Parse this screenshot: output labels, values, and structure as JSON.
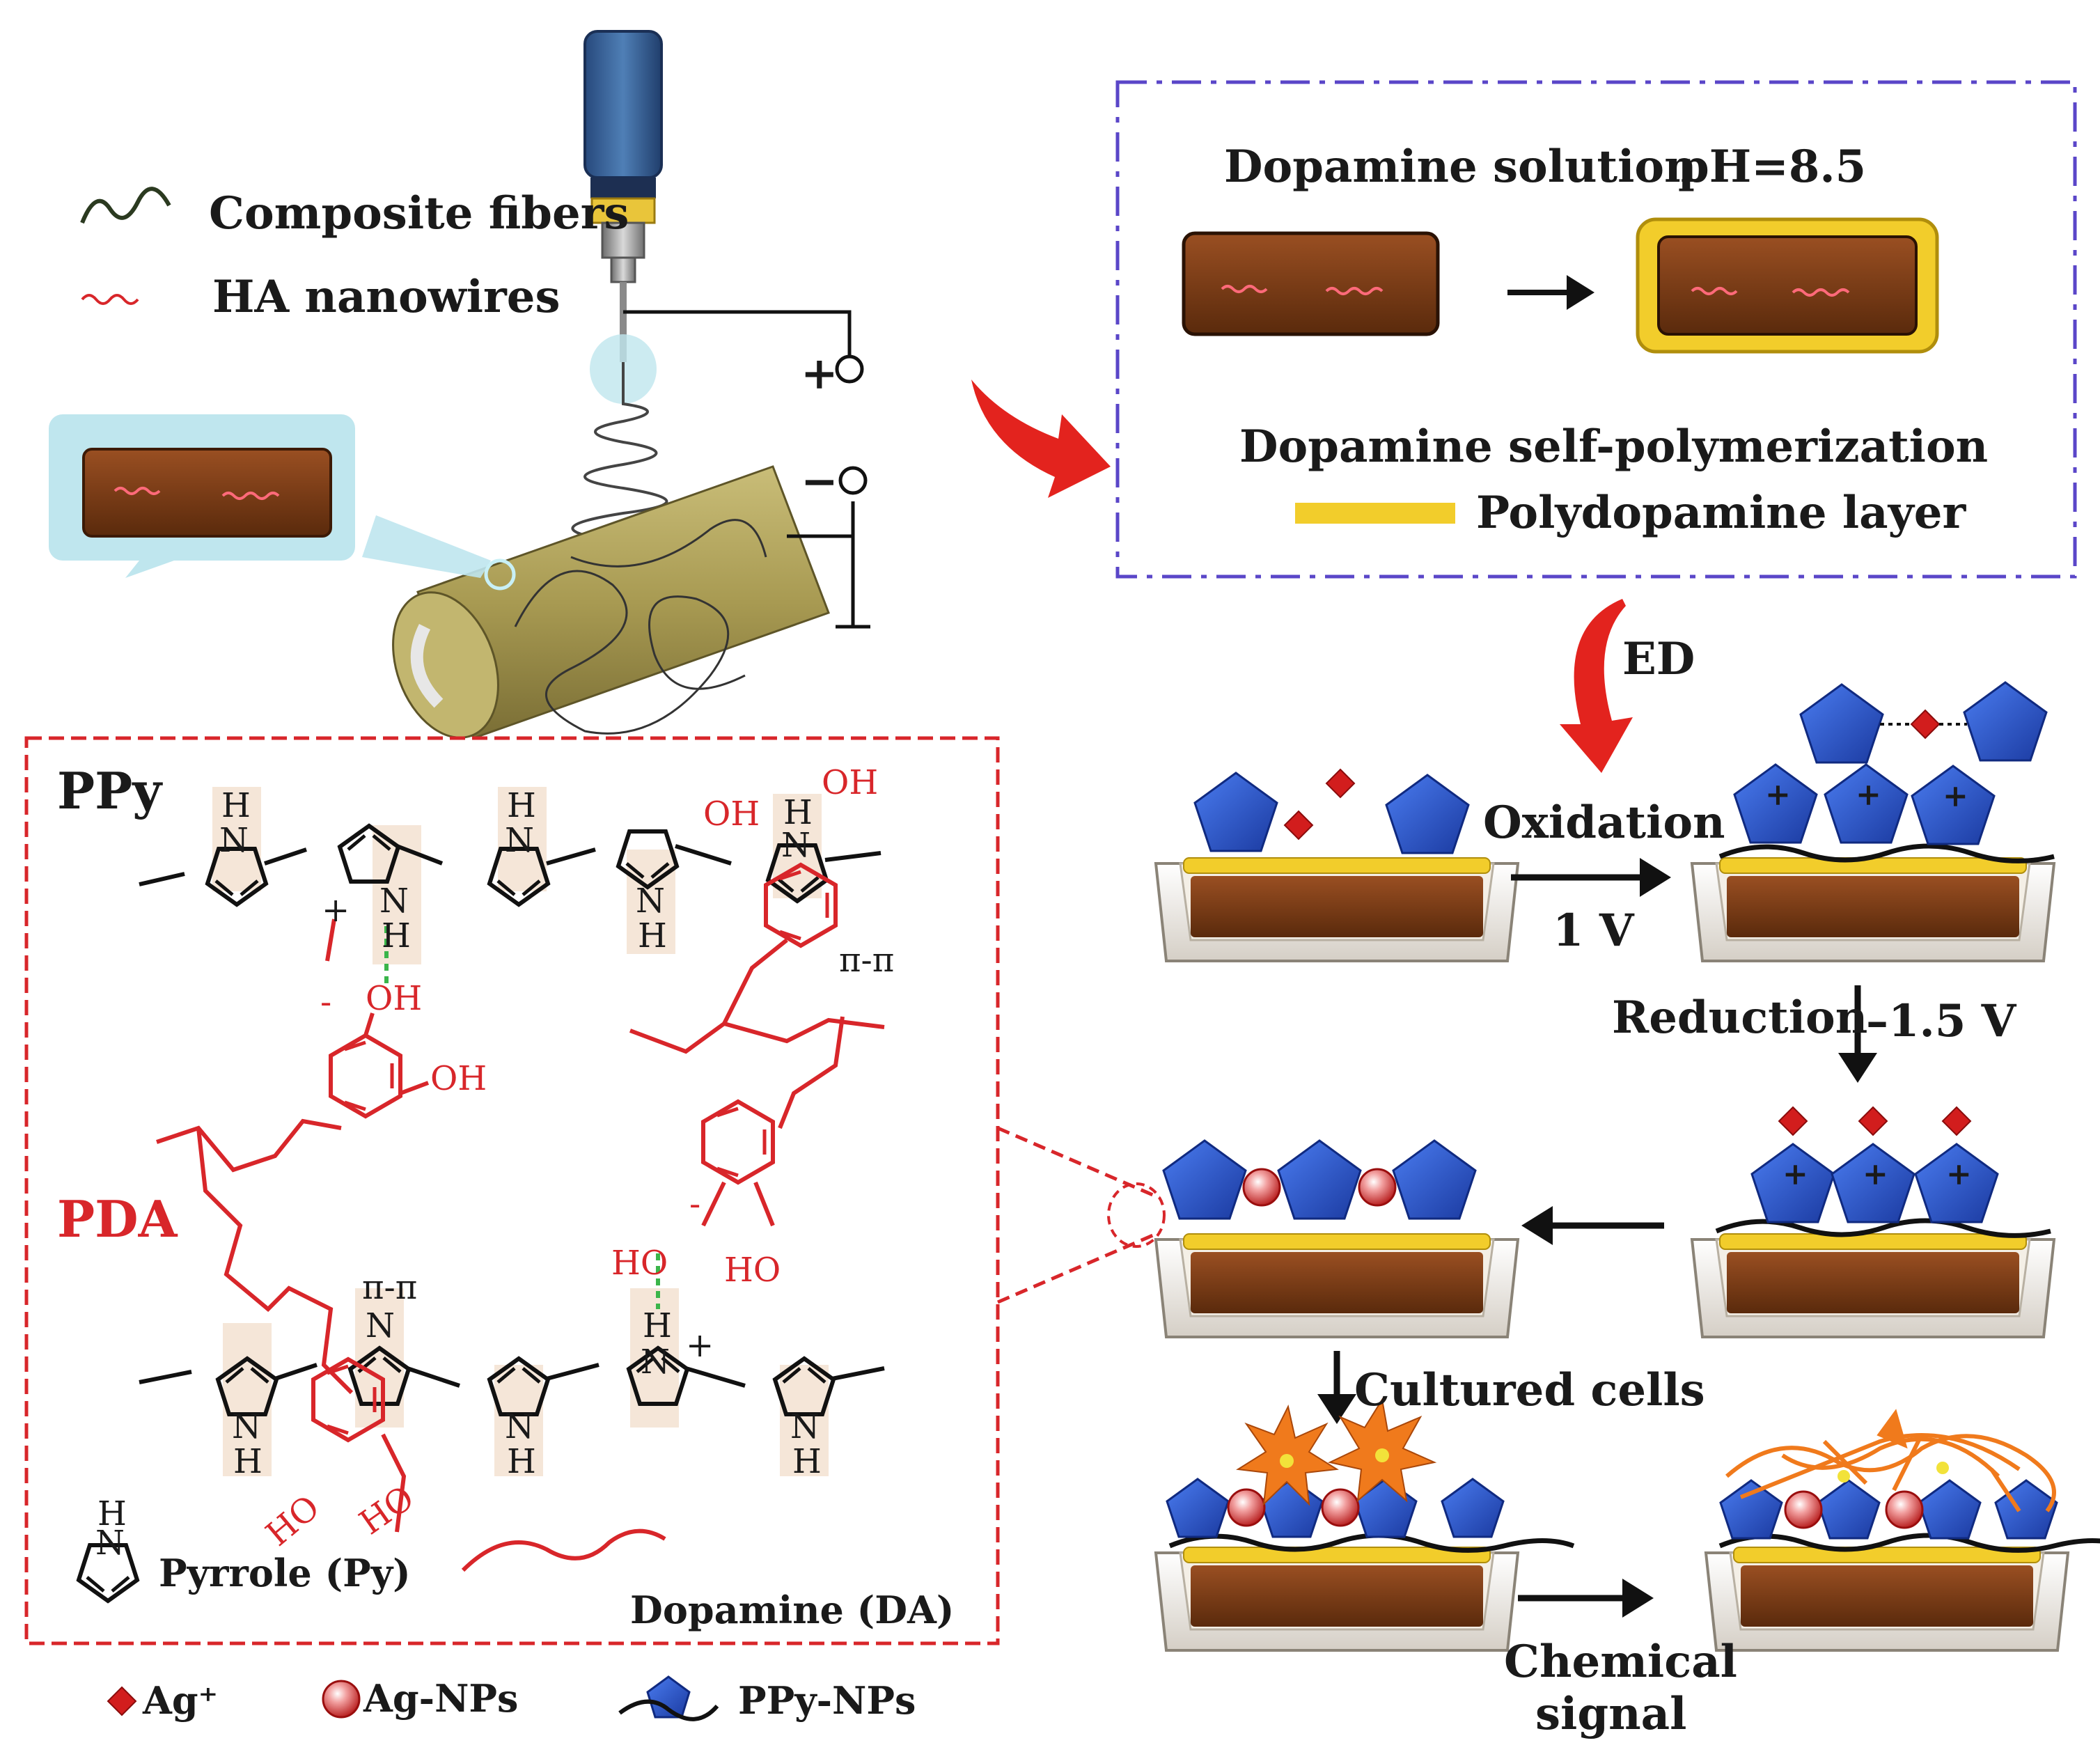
{
  "legend_top": {
    "composite_fibers": "Composite fibers",
    "ha_nanowires": "HA nanowires"
  },
  "electrospin": {
    "plus": "+",
    "minus": "−"
  },
  "dopamine_box": {
    "solution": "Dopamine   solution",
    "ph": "pH=8.5",
    "self_polymerization": "Dopamine   self-polymerization",
    "layer": "Polydopamine   layer"
  },
  "process": {
    "ed": "ED",
    "oxidation": "Oxidation",
    "oxidation_voltage": "1 V",
    "reduction": "Reduction",
    "reduction_voltage": "–1.5 V",
    "cultured_cells": "Cultured   cells",
    "chemical": "Chemical",
    "signal": "signal"
  },
  "chemistry": {
    "ppy": "PPy",
    "pda": "PDA",
    "pi_pi": "π-π",
    "oh": "OH",
    "ho": "HO",
    "h": "H",
    "n": "N",
    "plus": "+",
    "minus": "-",
    "pyrrole": "Pyrrole   (Py)",
    "dopamine": "Dopamine   (DA)"
  },
  "legend_bottom": {
    "ag_ion": "Ag⁺",
    "ag_nps": "Ag-NPs",
    "ppy_nps": "PPy-NPs"
  },
  "colors": {
    "red": "#d8262a",
    "fiber_brown": "#7a3a14",
    "pda_yellow": "#f2cd2b",
    "ppy_blue": "#2a55d0",
    "box_blue": "#5a46c8",
    "panel_cyan": "#bfe6ee",
    "cell_orange": "#f07a1c"
  }
}
